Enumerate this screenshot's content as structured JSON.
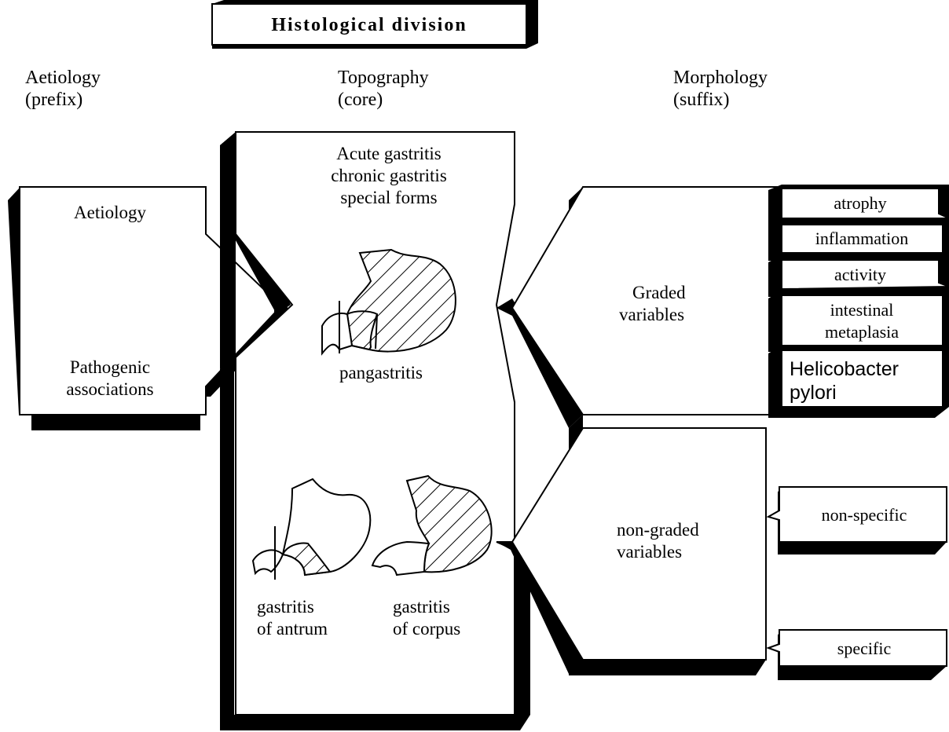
{
  "title": "Histological division",
  "columns": {
    "aetiology": {
      "line1": "Aetiology",
      "line2": "(prefix)"
    },
    "topography": {
      "line1": "Topography",
      "line2": "(core)"
    },
    "morphology": {
      "line1": "Morphology",
      "line2": "(suffix)"
    }
  },
  "aetiology_box": {
    "label": "Aetiology",
    "pathogenic_line1": "Pathogenic",
    "pathogenic_line2": "associations"
  },
  "topography_box": {
    "types": [
      "Acute gastritis",
      "chronic gastritis",
      "special forms"
    ],
    "pangastritis": "pangastritis",
    "antrum_line1": "gastritis",
    "antrum_line2": "of antrum",
    "corpus_line1": "gastritis",
    "corpus_line2": "of corpus"
  },
  "graded": {
    "line1": "Graded",
    "line2": "variables",
    "items": [
      "atrophy",
      "inflammation",
      "activity"
    ],
    "intestinal_line1": "intestinal",
    "intestinal_line2": "metaplasia",
    "helicobacter_line1": "Helicobacter",
    "helicobacter_line2": "pylori"
  },
  "non_graded": {
    "line1": "non-graded",
    "line2": "variables",
    "items": [
      "non-specific",
      "specific"
    ]
  }
}
